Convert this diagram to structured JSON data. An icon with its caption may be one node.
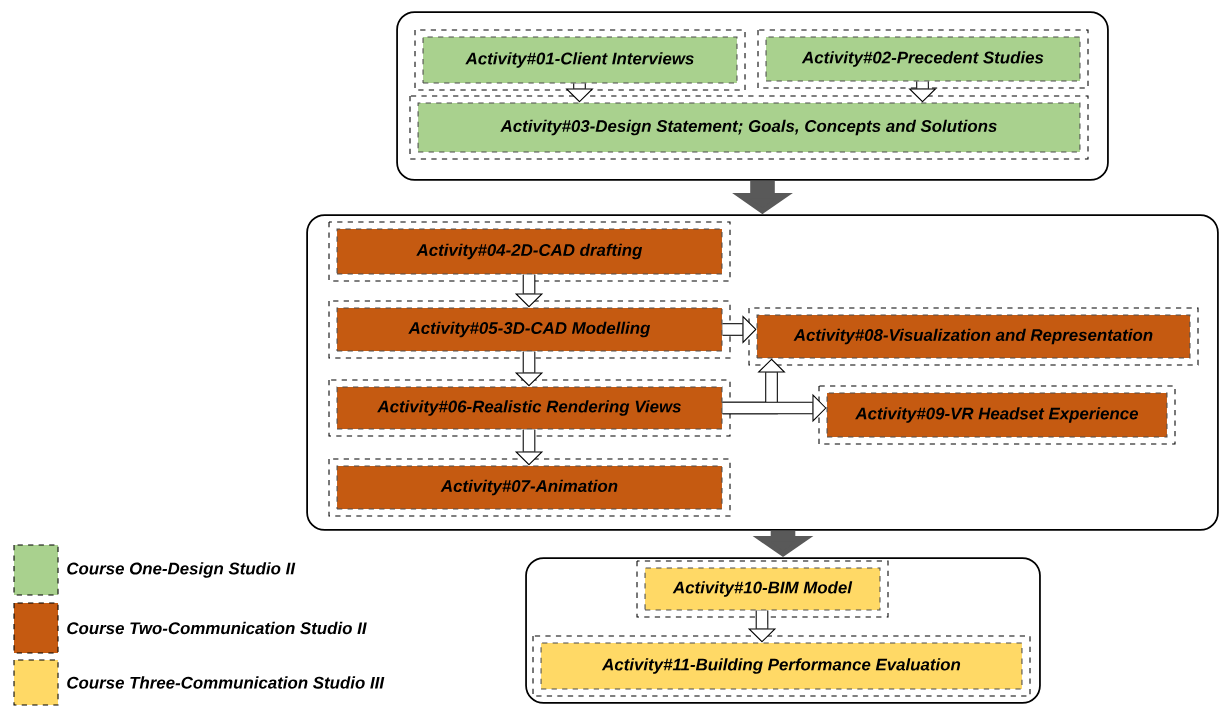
{
  "diagram": {
    "nodes": [
      {
        "text": [],
        "shape": "box"
      },
      {
        "text": [
          "Activity#01-Client Interviews"
        ],
        "in": 0
      },
      {
        "text": [
          "Activity#02-Precedent Studies"
        ],
        "in": 0
      },
      {
        "text": [
          "Activity#03-Design Statement; Goals, Concepts and Solutions"
        ],
        "in": 0
      },
      {
        "text": [],
        "shape": "box"
      },
      {
        "text": [
          "Activity#04-2D-CAD drafting"
        ],
        "in": 4
      },
      {
        "text": [
          "Activity#05-3D-CAD Modelling"
        ],
        "in": 4
      },
      {
        "text": [
          "Activity#06-Realistic Rendering Views"
        ],
        "in": 4
      },
      {
        "text": [
          "Activity#07-Animation"
        ],
        "in": 4
      },
      {
        "text": [
          "Activity#08-Visualization and Representation"
        ],
        "in": 4
      },
      {
        "text": [
          "Activity#09-VR Headset Experience"
        ],
        "in": 4
      },
      {
        "text": [],
        "shape": "box"
      },
      {
        "text": [
          "Activity#10-BIM Model"
        ],
        "in": 11
      },
      {
        "text": [
          "Activity#11-Building Performance Evaluation"
        ],
        "in": 11
      }
    ],
    "edges": [
      {
        "from": 1,
        "to": 3,
        "arrow": "to"
      },
      {
        "from": 2,
        "to": 3,
        "arrow": "to"
      },
      {
        "from": 0,
        "to": 4,
        "arrow": "to",
        "style": "thick",
        "color": "#595959"
      },
      {
        "from": 5,
        "to": 6,
        "arrow": "to"
      },
      {
        "from": 6,
        "to": 7,
        "arrow": "to"
      },
      {
        "from": 7,
        "to": 8,
        "arrow": "to"
      },
      {
        "from": 6,
        "to": 9,
        "arrow": "to"
      },
      {
        "from": 7,
        "to": 9,
        "arrow": "to"
      },
      {
        "from": 7,
        "to": 10,
        "arrow": "to"
      },
      {
        "from": 4,
        "to": 11,
        "arrow": "to",
        "style": "thick",
        "color": "#595959"
      },
      {
        "from": 12,
        "to": 13,
        "arrow": "to"
      }
    ],
    "legend": [
      {
        "text": "Course One-Design Studio II",
        "color": "#a9d18e"
      },
      {
        "text": "Course Two-Communication  Studio II",
        "color": "#c55a11"
      },
      {
        "text": "Course Three-Communication  Studio III",
        "color": "#ffd966"
      }
    ]
  }
}
